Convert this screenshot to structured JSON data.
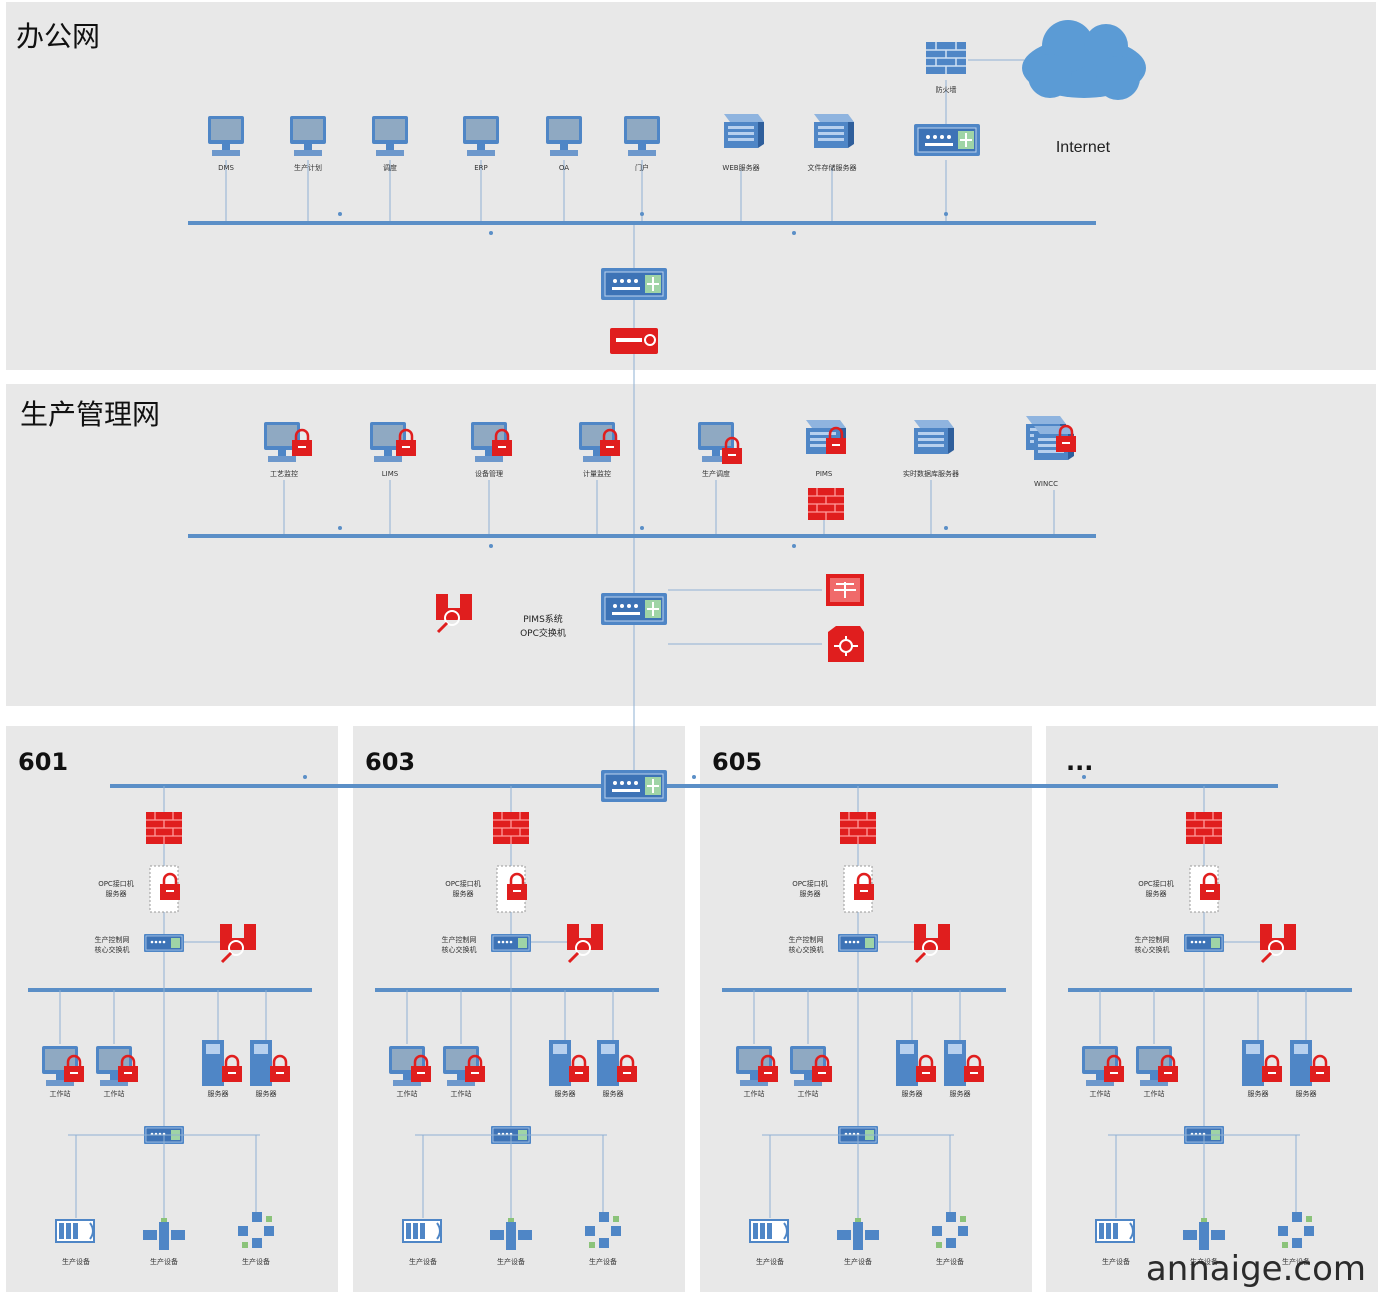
{
  "zones": {
    "office": {
      "title": "办公网"
    },
    "production_mgmt": {
      "title": "生产管理网"
    },
    "units": [
      {
        "title": "601",
        "fw_label": "OPC接口机\n服务器",
        "switch_label": "生产控制网\n核心交换机"
      },
      {
        "title": "603",
        "fw_label": "OPC接口机\n服务器",
        "switch_label": "生产控制网\n核心交换机"
      },
      {
        "title": "605",
        "fw_label": "OPC接口机\n服务器",
        "switch_label": "生产控制网\n核心交换机"
      },
      {
        "title": "...",
        "fw_label": "OPC接口机\n服务器",
        "switch_label": "生产控制网\n核心交换机"
      }
    ]
  },
  "office_devices": [
    "DMS",
    "生产计划",
    "调度",
    "ERP",
    "OA",
    "门户",
    "WEB服务器",
    "文件存储服务器"
  ],
  "office_firewall_label": "防火墙",
  "internet_label": "Internet",
  "prod_devices": [
    "工艺监控",
    "LIMS",
    "设备管理",
    "计量监控",
    "生产调度",
    "PIMS",
    "实时数据库服务器",
    "WINCC"
  ],
  "opc_switch_label": "PIMS系统\nOPC交换机",
  "unit_hosts": [
    [
      "工作站",
      "工作站",
      "服务器",
      "服务器"
    ],
    [
      "工作站",
      "工作站",
      "服务器",
      "服务器"
    ],
    [
      "工作站",
      "工作站",
      "服务器",
      "服务器"
    ],
    [
      "工作站",
      "工作站",
      "服务器",
      "服务器"
    ]
  ],
  "unit_field": [
    "生产设备",
    "生产设备",
    "生产设备"
  ],
  "watermark": "annaige.com",
  "colors": {
    "zone_bg": "#e8e8e8",
    "bus": "#5b8fc7",
    "line": "#7a9fc6",
    "device_blue": "#4f86c6",
    "red": "#e01e1e",
    "cloud": "#5b9bd5"
  }
}
